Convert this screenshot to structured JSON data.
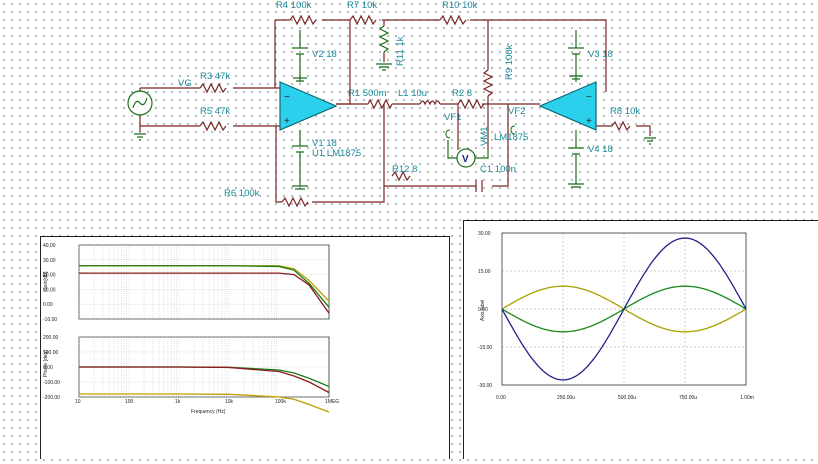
{
  "schematic": {
    "components": {
      "r4": "R4 100k",
      "r7": "R7 10k",
      "r10": "R10 10k",
      "r11": "R11 1k",
      "v2": "V2 18",
      "v3": "V3 18",
      "vg": "VG",
      "r3": "R3 47k",
      "r5": "R5 47k",
      "r1": "R1 500m",
      "l1": "L1 10u",
      "r2": "R2 8",
      "r9": "R9 100k",
      "vf1": "VF1",
      "vm1": "VM1",
      "u1": "U1 LM1875",
      "v1": "V1 18",
      "u2": "LM1875",
      "r8": "R8 10k",
      "v4": "V4 18",
      "c1": "C1 100n",
      "r12": "R12 8",
      "r6": "R6 100k",
      "vf2": "VF2"
    }
  },
  "bode": {
    "gain_axis_label": "Gain[dB]",
    "phase_axis_label": "Phase [deg]",
    "x_axis_label": "Frequency (Hz)",
    "gain_ticks": [
      "40.00",
      "30.00",
      "20.00",
      "10.00",
      "0.00",
      "-10.00"
    ],
    "phase_ticks": [
      "200.00",
      "100.00",
      "0.00",
      "-100.00",
      "-200.00"
    ],
    "x_ticks": [
      "10",
      "100",
      "1k",
      "10k",
      "100k",
      "1MEG"
    ]
  },
  "transient": {
    "y_axis_label": "Axis label",
    "y_ticks": [
      "30.00",
      "15.00",
      "0.00",
      "-15.00",
      "-30.00"
    ],
    "x_ticks": [
      "0.00",
      "250.00u",
      "500.00u",
      "750.00u",
      "1.00m"
    ]
  },
  "chart_data": [
    {
      "type": "line",
      "ylabel": "Gain[dB]",
      "xlabel": "Frequency (Hz)",
      "x_scale": "log",
      "x": [
        10,
        100,
        1000,
        10000,
        100000,
        200000,
        400000,
        1000000
      ],
      "ylim": [
        -10,
        40
      ],
      "series": [
        {
          "color": "#c0a000",
          "values": [
            26,
            26,
            26,
            26,
            26,
            24,
            16,
            2
          ]
        },
        {
          "color": "#1a7a1a",
          "values": [
            26,
            26,
            26,
            26,
            25.5,
            23,
            14,
            -2
          ]
        },
        {
          "color": "#8b1a1a",
          "values": [
            21,
            21,
            21,
            21,
            21,
            20,
            13,
            -6
          ]
        }
      ]
    },
    {
      "type": "line",
      "ylabel": "Phase [deg]",
      "xlabel": "Frequency (Hz)",
      "x_scale": "log",
      "x": [
        10,
        100,
        1000,
        10000,
        100000,
        200000,
        400000,
        1000000
      ],
      "ylim": [
        -200,
        200
      ],
      "series": [
        {
          "color": "#c0a000",
          "values": [
            -180,
            -180,
            -180,
            -182,
            -200,
            -215,
            -250,
            -300
          ]
        },
        {
          "color": "#1a7a1a",
          "values": [
            0,
            0,
            0,
            -2,
            -20,
            -40,
            -75,
            -130
          ]
        },
        {
          "color": "#8b1a1a",
          "values": [
            0,
            0,
            0,
            -3,
            -30,
            -60,
            -100,
            -170
          ]
        }
      ]
    },
    {
      "type": "line",
      "ylabel": "Axis label",
      "x": [
        0,
        0.000125,
        0.00025,
        0.000375,
        0.0005,
        0.000625,
        0.00075,
        0.000875,
        0.001
      ],
      "xlim": [
        0,
        0.001
      ],
      "ylim": [
        -30,
        30
      ],
      "series": [
        {
          "color": "#a8a000",
          "amplitude": 9,
          "values": [
            0,
            6.4,
            9,
            6.4,
            0,
            -6.4,
            -9,
            -6.4,
            0
          ]
        },
        {
          "color": "#1a8a1a",
          "amplitude": -9,
          "values": [
            0,
            -6.4,
            -9,
            -6.4,
            0,
            6.4,
            9,
            6.4,
            0
          ]
        },
        {
          "color": "#20208a",
          "amplitude": -28,
          "values": [
            0,
            -19.8,
            -28,
            -19.8,
            0,
            19.8,
            28,
            19.8,
            0
          ]
        }
      ]
    }
  ]
}
